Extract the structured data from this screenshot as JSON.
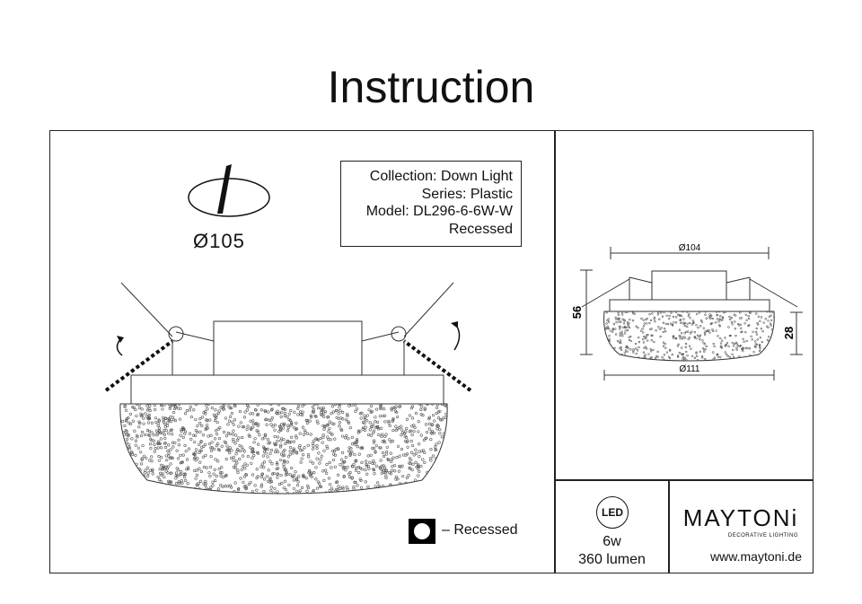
{
  "title": "Instruction",
  "spec": {
    "collection": "Collection: Down Light",
    "series": "Series: Plastic",
    "model": "Model: DL296-6-6W-W",
    "type": "Recessed"
  },
  "cutout": {
    "symbol": "Ø",
    "value": "105"
  },
  "legend": {
    "text": "– Recessed"
  },
  "dimensions": {
    "top_diameter": "Ø104",
    "bottom_diameter": "Ø111",
    "height": "56",
    "shade_height": "28"
  },
  "power": {
    "led_label": "LED",
    "wattage": "6w",
    "lumen": "360 lumen"
  },
  "brand": {
    "name": "MAYTONi",
    "tagline": "DECORATIVE LIGHTING",
    "url": "www.maytoni.de"
  }
}
